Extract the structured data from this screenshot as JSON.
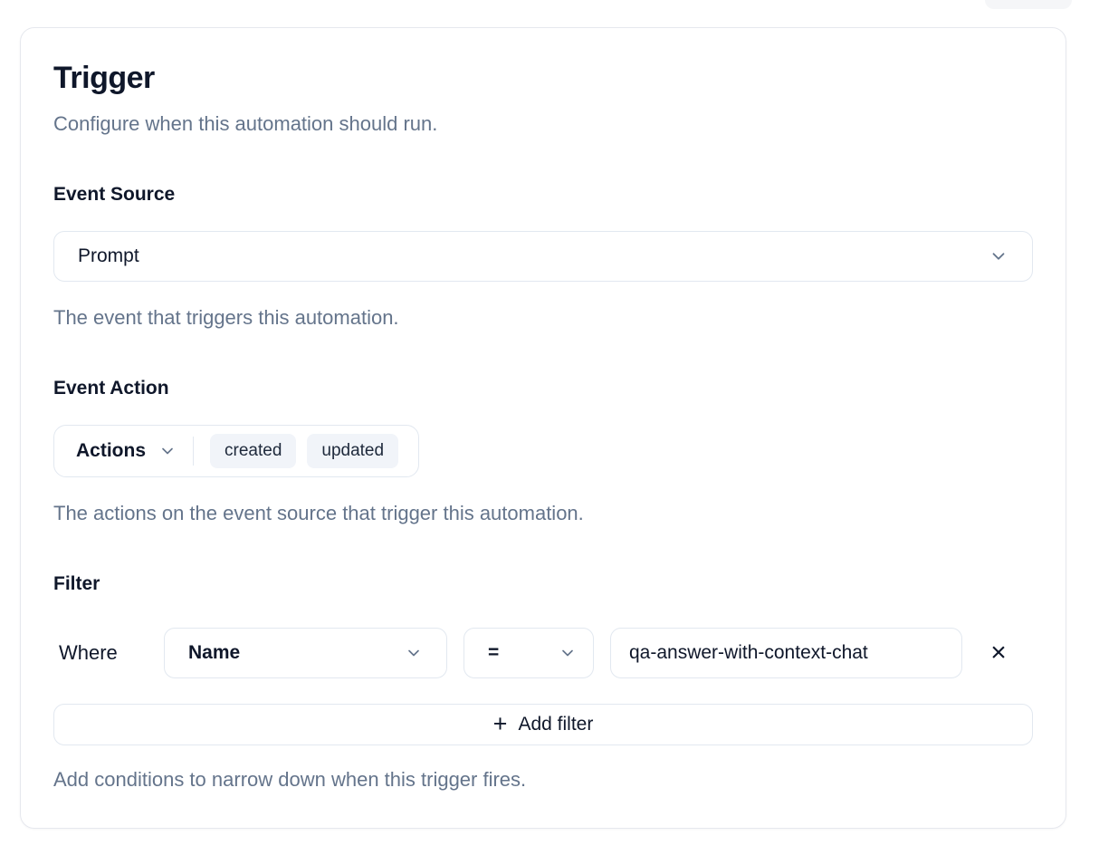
{
  "header": {
    "title": "Trigger",
    "subtitle": "Configure when this automation should run."
  },
  "event_source": {
    "label": "Event Source",
    "selected": "Prompt",
    "help": "The event that triggers this automation."
  },
  "event_action": {
    "label": "Event Action",
    "dropdown_label": "Actions",
    "tags": [
      "created",
      "updated"
    ],
    "help": "The actions on the event source that trigger this automation."
  },
  "filter": {
    "label": "Filter",
    "where": "Where",
    "field": "Name",
    "operator": "=",
    "value": "qa-answer-with-context-chat",
    "add_label": "Add filter",
    "help": "Add conditions to narrow down when this trigger fires."
  },
  "icons": {
    "plus": "+",
    "close": "×"
  },
  "colors": {
    "text": "#0f172a",
    "muted": "#64748b",
    "control_border": "#e2e8f0",
    "card_border": "#e6e8ee",
    "tag_bg": "#f1f4f9",
    "background": "#ffffff"
  }
}
